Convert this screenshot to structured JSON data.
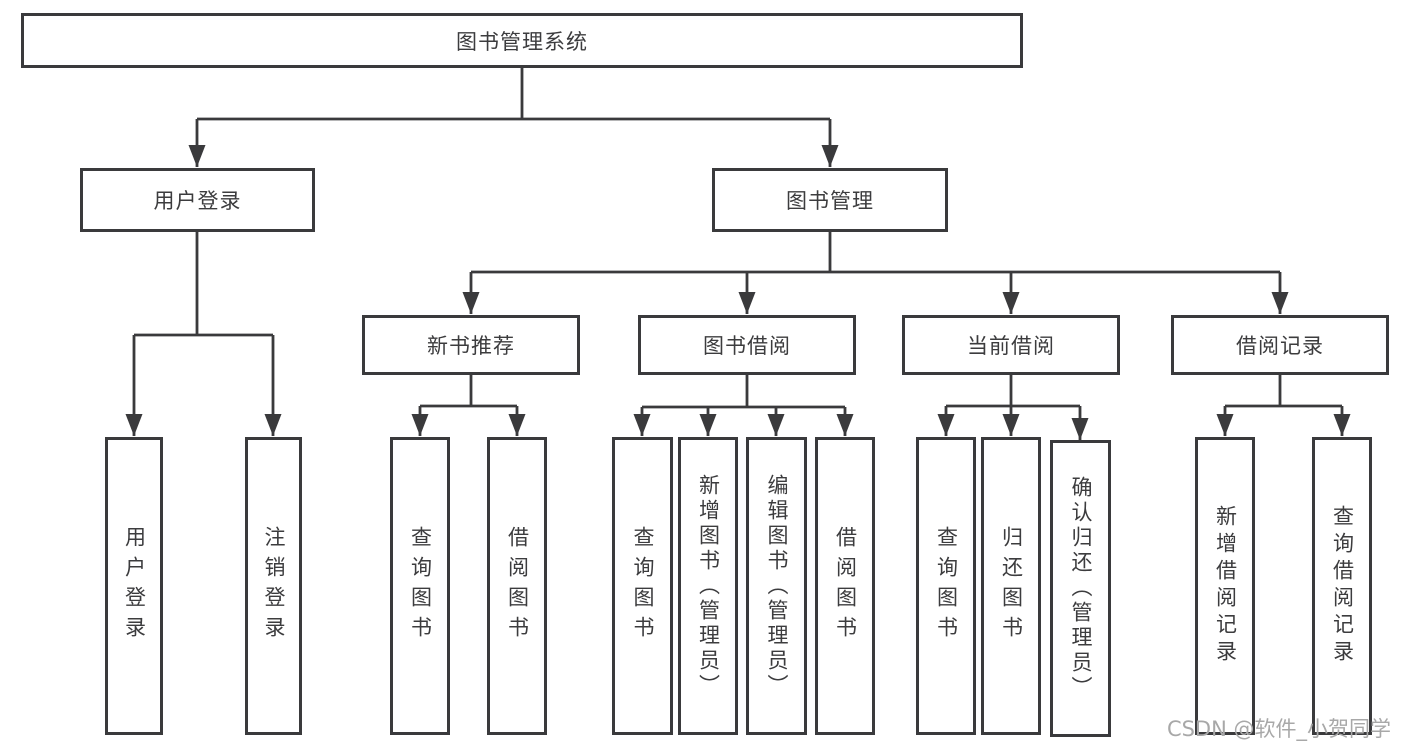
{
  "tree": {
    "label": "图书管理系统",
    "children": [
      {
        "label": "用户登录",
        "children": [
          {
            "label": "用户登录"
          },
          {
            "label": "注销登录"
          }
        ]
      },
      {
        "label": "图书管理",
        "children": [
          {
            "label": "新书推荐",
            "children": [
              {
                "label": "查询图书"
              },
              {
                "label": "借阅图书"
              }
            ]
          },
          {
            "label": "图书借阅",
            "children": [
              {
                "label": "查询图书"
              },
              {
                "label": "新增图书（管理员）"
              },
              {
                "label": "编辑图书（管理员）"
              },
              {
                "label": "借阅图书"
              }
            ]
          },
          {
            "label": "当前借阅",
            "children": [
              {
                "label": "查询图书"
              },
              {
                "label": "归还图书"
              },
              {
                "label": "确认归还（管理员）"
              }
            ]
          },
          {
            "label": "借阅记录",
            "children": [
              {
                "label": "新增借阅记录"
              },
              {
                "label": "查询借阅记录"
              }
            ]
          }
        ]
      }
    ]
  },
  "watermark": {
    "text": "CSDN @软件_小贺同学"
  },
  "colors": {
    "line": "#3a3a3c",
    "ink": "#3c3c3e",
    "bg": "#ffffff",
    "watermark": "#a8a8a8"
  }
}
